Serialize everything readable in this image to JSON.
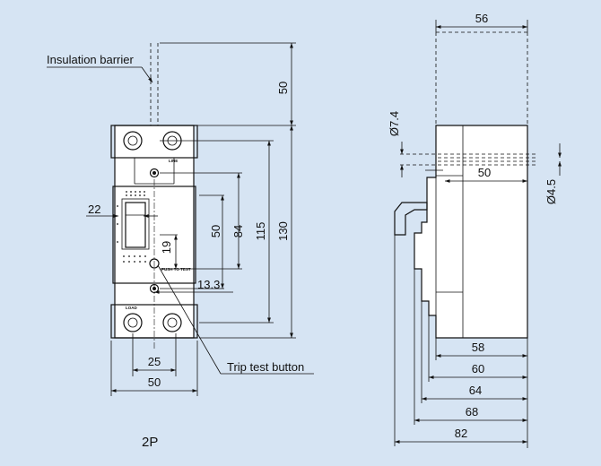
{
  "labels": {
    "insulation_barrier": "Insulation barrier",
    "trip_test_button": "Trip test button",
    "model": "2P",
    "line_mark": "LINE",
    "load_mark": "LOAD",
    "push_mark": "PUSH TO TEST"
  },
  "front_view": {
    "height_barrier": "50",
    "height_total": "130",
    "height_115": "115",
    "height_84": "84",
    "height_50": "50",
    "height_19": "19",
    "offset_13_3": "13.3",
    "handle_22": "22",
    "width_25": "25",
    "width_50": "50"
  },
  "side_view": {
    "width_top": "56",
    "hole_dia_7_4": "Ø7.4",
    "hole_dia_4_5": "Ø4.5",
    "depth_50": "50",
    "depth_58": "58",
    "depth_60": "60",
    "depth_64": "64",
    "depth_68": "68",
    "depth_82": "82"
  }
}
